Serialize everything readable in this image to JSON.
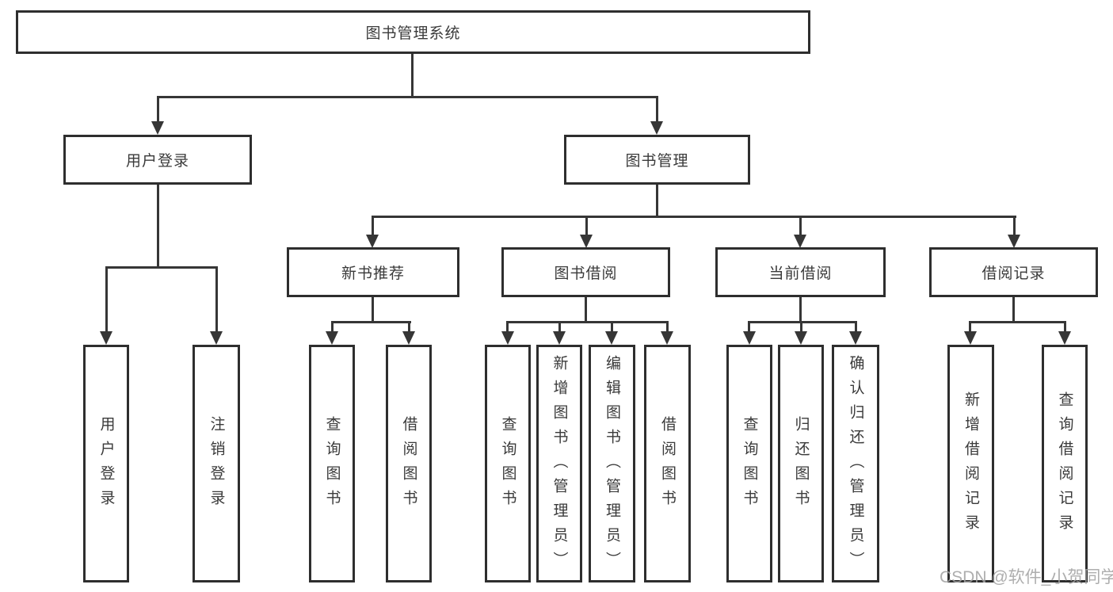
{
  "diagram": {
    "root": "图书管理系统",
    "branches": [
      {
        "label": "用户登录",
        "children": [
          "用户登录",
          "注销登录"
        ]
      },
      {
        "label": "图书管理",
        "children": [
          {
            "label": "新书推荐",
            "children": [
              "查询图书",
              "借阅图书"
            ]
          },
          {
            "label": "图书借阅",
            "children": [
              "查询图书",
              "新增图书（管理员）",
              "编辑图书（管理员）",
              "借阅图书"
            ]
          },
          {
            "label": "当前借阅",
            "children": [
              "查询图书",
              "归还图书",
              "确认归还（管理员）"
            ]
          },
          {
            "label": "借阅记录",
            "children": [
              "新增借阅记录",
              "查询借阅记录"
            ]
          }
        ]
      }
    ],
    "watermark": "CSDN @软件_小贺同学",
    "colors": {
      "line": "#363636",
      "box_border": "#2e2e2e",
      "text": "#3a3a3a",
      "watermark": "#a3a3a3",
      "background": "#ffffff"
    }
  }
}
